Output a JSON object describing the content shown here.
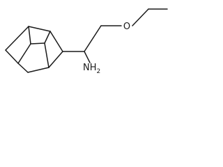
{
  "molecule": {
    "atoms": {
      "oxygen": "O",
      "amine": "NH",
      "amine_subscript": "2"
    }
  }
}
